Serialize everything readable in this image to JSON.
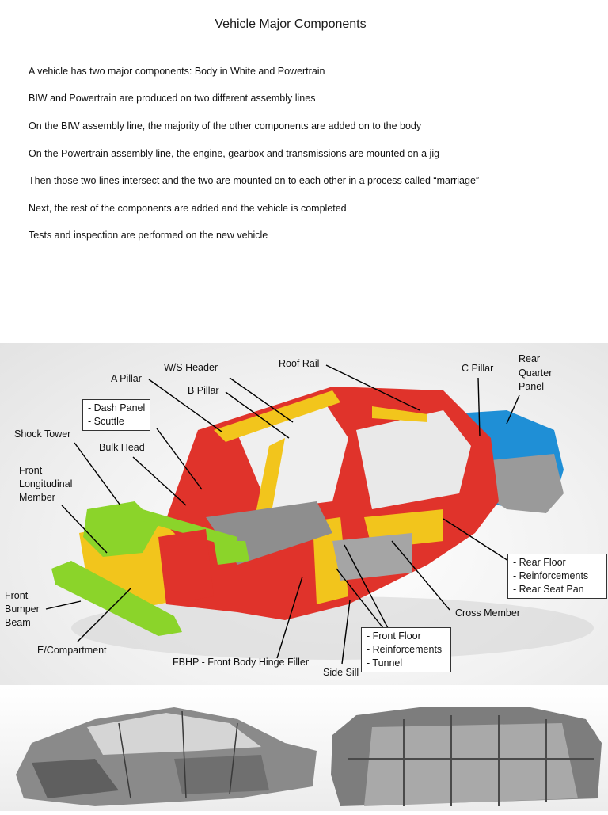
{
  "page": {
    "title": "Vehicle Major Components",
    "bullets": [
      "A vehicle has two major components: Body in White and Powertrain",
      "BIW and Powertrain are produced on two different assembly lines",
      "On the BIW assembly line, the majority of the other components are added on to the body",
      "On the Powertrain assembly line, the engine, gearbox and transmissions are mounted on a jig",
      "Then those two lines intersect and the two are mounted on to each other in a process called “marriage”",
      "Next, the rest of the components are added and the vehicle is completed",
      "Tests and inspection are performed on the new vehicle"
    ]
  },
  "diagram": {
    "labels": {
      "roof_rail": "Roof Rail",
      "ws_header": "W/S Header",
      "a_pillar": "A Pillar",
      "b_pillar": "B Pillar",
      "c_pillar": "C Pillar",
      "rear_quarter_1": "Rear",
      "rear_quarter_2": "Quarter",
      "rear_quarter_3": "Panel",
      "shock_tower": "Shock Tower",
      "bulk_head": "Bulk Head",
      "front_long_1": "Front",
      "front_long_2": "Longitudinal",
      "front_long_3": "Member",
      "front_bumper_1": "Front",
      "front_bumper_2": "Bumper",
      "front_bumper_3": "Beam",
      "e_compartment": "E/Compartment",
      "fbhp": "FBHP - Front Body Hinge Filler",
      "side_sill": "Side Sill",
      "cross_member": "Cross Member"
    },
    "dash_box": [
      "-    Dash Panel",
      "-    Scuttle"
    ],
    "floor_box": [
      "- Front Floor",
      "- Reinforcements",
      "- Tunnel"
    ],
    "rear_floor_box": [
      "-    Rear Floor",
      "-    Reinforcements",
      "-    Rear Seat Pan"
    ],
    "colors": {
      "red": "#e0332b",
      "yellow": "#f2c51c",
      "green": "#8bd42a",
      "blue": "#1f8fd6",
      "grey": "#9a9a9a"
    }
  }
}
